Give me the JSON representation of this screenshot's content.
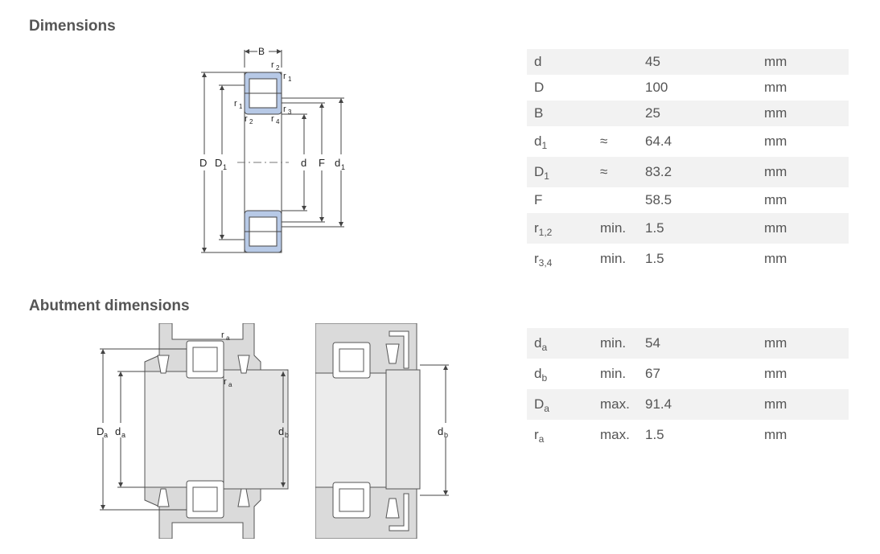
{
  "dimensions": {
    "title": "Dimensions",
    "diagram_labels": {
      "B": "B",
      "D": "D",
      "D1": "D",
      "D1_sub": "1",
      "d": "d",
      "F": "F",
      "d1": "d",
      "d1_sub": "1",
      "r": "r",
      "s1": "1",
      "s2": "2",
      "s3": "3",
      "s4": "4"
    },
    "rows": [
      {
        "name": "d",
        "sub": "",
        "qual": "",
        "value": "45",
        "unit": "mm"
      },
      {
        "name": "D",
        "sub": "",
        "qual": "",
        "value": "100",
        "unit": "mm"
      },
      {
        "name": "B",
        "sub": "",
        "qual": "",
        "value": "25",
        "unit": "mm"
      },
      {
        "name": "d",
        "sub": "1",
        "qual": "≈",
        "value": "64.4",
        "unit": "mm"
      },
      {
        "name": "D",
        "sub": "1",
        "qual": "≈",
        "value": "83.2",
        "unit": "mm"
      },
      {
        "name": "F",
        "sub": "",
        "qual": "",
        "value": "58.5",
        "unit": "mm"
      },
      {
        "name": "r",
        "sub": "1,2",
        "qual": "min.",
        "value": "1.5",
        "unit": "mm"
      },
      {
        "name": "r",
        "sub": "3,4",
        "qual": "min.",
        "value": "1.5",
        "unit": "mm"
      }
    ]
  },
  "abutment": {
    "title": "Abutment dimensions",
    "diagram_labels": {
      "Da": "D",
      "da": "d",
      "db": "d",
      "ra": "r",
      "sa": "a",
      "sb": "b"
    },
    "rows": [
      {
        "name": "d",
        "sub": "a",
        "qual": "min.",
        "value": "54",
        "unit": "mm"
      },
      {
        "name": "d",
        "sub": "b",
        "qual": "min.",
        "value": "67",
        "unit": "mm"
      },
      {
        "name": "D",
        "sub": "a",
        "qual": "max.",
        "value": "91.4",
        "unit": "mm"
      },
      {
        "name": "r",
        "sub": "a",
        "qual": "max.",
        "value": "1.5",
        "unit": "mm"
      }
    ]
  },
  "colors": {
    "bearing_fill": "#b7c9e6",
    "housing_fill": "#dadada",
    "shaft_fill": "#ececec",
    "row_shade": "#f2f2f2"
  }
}
